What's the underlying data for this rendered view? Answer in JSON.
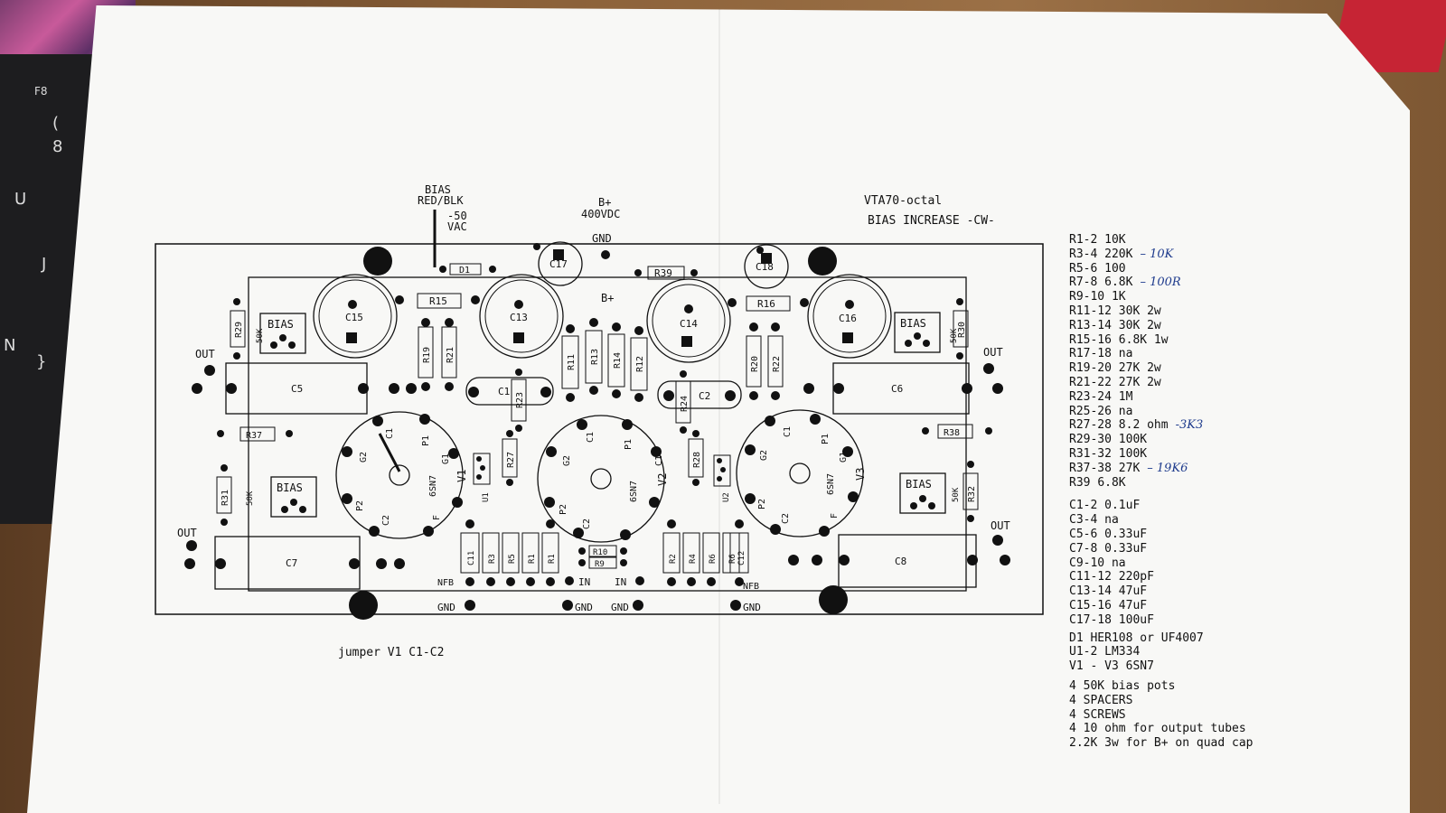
{
  "keyboard_keys": [
    "F8",
    "(",
    "8",
    "U",
    "J",
    "N",
    "}"
  ],
  "board_title": "VTA70-octal",
  "bias_note": "BIAS INCREASE -CW-",
  "bias_input": {
    "label1": "BIAS",
    "label2": "RED/BLK",
    "label3": "-50",
    "label4": "VAC"
  },
  "bplus_input": {
    "label1": "B+",
    "label2": "400VDC"
  },
  "jumper_note": "jumper V1 C1-C2",
  "labels": {
    "gnd": "GND",
    "bplus": "B+",
    "bias": "BIAS",
    "out": "OUT",
    "in": "IN",
    "nfb": "NFB",
    "k50": "50K",
    "c1": "C1",
    "c2": "C2",
    "c5": "C5",
    "c6": "C6",
    "c7": "C7",
    "c8": "C8",
    "c13": "C13",
    "c14": "C14",
    "c15": "C15",
    "c16": "C16",
    "c17": "C17",
    "c18": "C18",
    "c11": "C11",
    "c12": "C12",
    "r1": "R1",
    "r2": "R2",
    "r3": "R3",
    "r4": "R4",
    "r5": "R5",
    "r6": "R6",
    "r9": "R9",
    "r10": "R10",
    "r11": "R11",
    "r12": "R12",
    "r13": "R13",
    "r14": "R14",
    "r15": "R15",
    "r16": "R16",
    "r19": "R19",
    "r20": "R20",
    "r21": "R21",
    "r22": "R22",
    "r23": "R23",
    "r24": "R24",
    "r27": "R27",
    "r28": "R28",
    "r29": "R29",
    "r30": "R30",
    "r31": "R31",
    "r32": "R32",
    "r37": "R37",
    "r38": "R38",
    "r39": "R39",
    "d1": "D1",
    "u1": "U1",
    "u2": "U2",
    "v1": "V1",
    "v2": "V2",
    "v3": "V3",
    "tube": "6SN7",
    "p1": "P1",
    "p2": "P2",
    "g1": "G1",
    "g2": "G2",
    "k1": "C1",
    "k2": "C2",
    "f": "F"
  },
  "parts_list": [
    {
      "ref": "R1-2",
      "value": "10K",
      "note": ""
    },
    {
      "ref": "R3-4",
      "value": "220K",
      "note": "– 10K"
    },
    {
      "ref": "R5-6",
      "value": "100",
      "note": ""
    },
    {
      "ref": "R7-8",
      "value": "6.8K",
      "note": "– 100R"
    },
    {
      "ref": "R9-10",
      "value": "1K",
      "note": ""
    },
    {
      "ref": "R11-12",
      "value": "30K 2w",
      "note": ""
    },
    {
      "ref": "R13-14",
      "value": "30K 2w",
      "note": ""
    },
    {
      "ref": "R15-16",
      "value": "6.8K 1w",
      "note": ""
    },
    {
      "ref": "R17-18",
      "value": "na",
      "note": ""
    },
    {
      "ref": "R19-20",
      "value": "27K 2w",
      "note": ""
    },
    {
      "ref": "R21-22",
      "value": "27K 2w",
      "note": ""
    },
    {
      "ref": "R23-24",
      "value": "1M",
      "note": ""
    },
    {
      "ref": "R25-26",
      "value": "na",
      "note": ""
    },
    {
      "ref": "R27-28",
      "value": "8.2 ohm",
      "note": "-3K3"
    },
    {
      "ref": "R29-30",
      "value": "100K",
      "note": ""
    },
    {
      "ref": "R31-32",
      "value": "100K",
      "note": ""
    },
    {
      "ref": "R37-38",
      "value": "27K",
      "note": "– 19K6"
    },
    {
      "ref": "R39",
      "value": "6.8K",
      "note": ""
    }
  ],
  "caps_list": [
    {
      "ref": "C1-2",
      "value": "0.1uF"
    },
    {
      "ref": "C3-4",
      "value": "na"
    },
    {
      "ref": "C5-6",
      "value": "0.33uF"
    },
    {
      "ref": "C7-8",
      "value": "0.33uF"
    },
    {
      "ref": "C9-10",
      "value": "na"
    },
    {
      "ref": "C11-12",
      "value": "220pF"
    },
    {
      "ref": "C13-14",
      "value": "47uF"
    },
    {
      "ref": "C15-16",
      "value": "47uF"
    },
    {
      "ref": "C17-18",
      "value": "100uF"
    }
  ],
  "misc_list": [
    {
      "ref": "D1",
      "value": "HER108 or UF4007"
    },
    {
      "ref": "U1-2",
      "value": "LM334"
    },
    {
      "ref": "V1 - V3",
      "value": "6SN7"
    },
    {
      "ref": "4",
      "value": "50K bias pots"
    },
    {
      "ref": "4",
      "value": "SPACERS"
    },
    {
      "ref": "4",
      "value": "SCREWS"
    },
    {
      "ref": "4",
      "value": "10 ohm for output tubes"
    },
    {
      "ref": "2.2K",
      "value": "3w for B+ on quad cap"
    }
  ]
}
